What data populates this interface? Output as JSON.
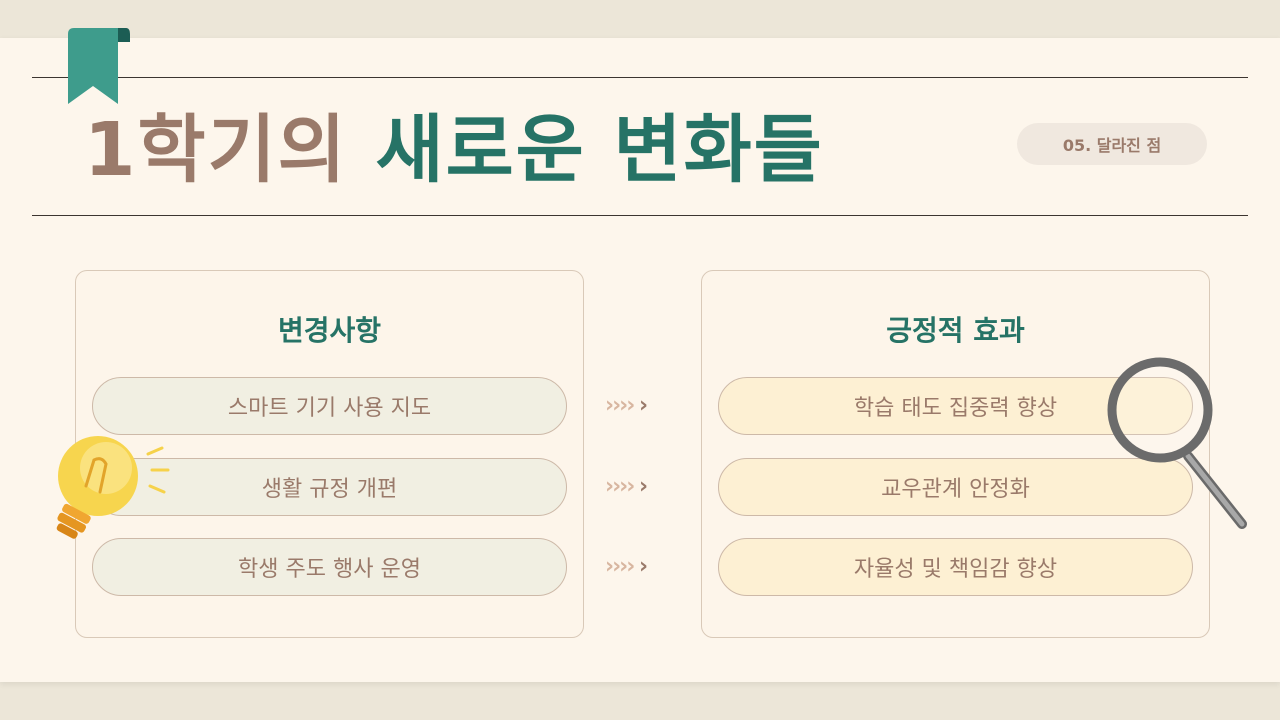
{
  "title": {
    "part1": "1학기의",
    "part2": "새로운 변화들"
  },
  "tag": "05. 달라진 점",
  "changes": {
    "heading": "변경사항",
    "items": [
      "스마트 기기 사용 지도",
      "생활 규정 개편",
      "학생 주도 행사 운영"
    ]
  },
  "effects": {
    "heading": "긍정적 효과",
    "items": [
      "학습 태도 집중력 향상",
      "교우관계 안정화",
      "자율성 및 책임감 향상"
    ]
  },
  "colors": {
    "accent": "#267366",
    "brown": "#9a7a6a",
    "background": "#fdf6ec"
  },
  "icons": [
    "bookmark-icon",
    "arrows-icon",
    "lightbulb-icon",
    "magnifier-icon"
  ]
}
